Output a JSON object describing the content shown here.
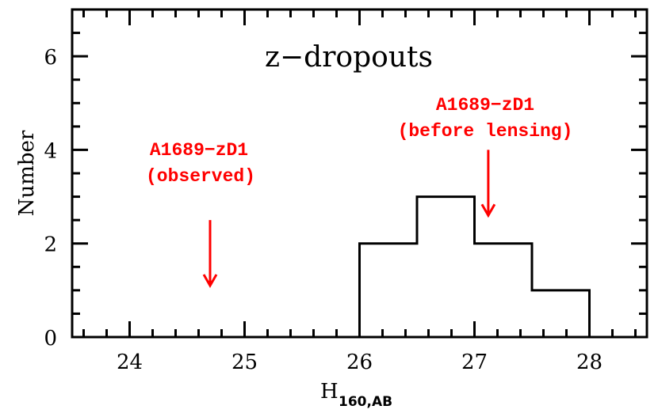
{
  "chart_data": {
    "type": "bar",
    "subtype": "step-histogram",
    "title": "z−dropouts",
    "xlabel": "H",
    "xlabel_subscript": "160,AB",
    "ylabel": "Number",
    "xlim": [
      23.5,
      28.5
    ],
    "ylim": [
      0,
      7
    ],
    "xticks": [
      24,
      25,
      26,
      27,
      28
    ],
    "xtick_labels": [
      "24",
      "25",
      "26",
      "27",
      "28"
    ],
    "x_minor_step": 0.2,
    "yticks": [
      0,
      2,
      4,
      6
    ],
    "ytick_labels": [
      "0",
      "2",
      "4",
      "6"
    ],
    "y_minor_step": 0.5,
    "grid": false,
    "bins": [
      {
        "x0": 26.0,
        "x1": 26.5,
        "count": 2
      },
      {
        "x0": 26.5,
        "x1": 27.0,
        "count": 3
      },
      {
        "x0": 27.0,
        "x1": 27.5,
        "count": 2
      },
      {
        "x0": 27.5,
        "x1": 28.0,
        "count": 1
      }
    ],
    "categories": [
      "26.0-26.5",
      "26.5-27.0",
      "27.0-27.5",
      "27.5-28.0"
    ],
    "values": [
      2,
      3,
      2,
      1
    ],
    "annotations": [
      {
        "name": "observed",
        "line1": "A1689−zD1",
        "line2": "(observed)",
        "arrow_x": 24.7,
        "arrow_y_from": 2.5,
        "arrow_y_to": 1.1,
        "color": "#ff0000"
      },
      {
        "name": "before-lensing",
        "line1": "A1689−zD1",
        "line2": "(before lensing)",
        "arrow_x": 27.12,
        "arrow_y_from": 4.0,
        "arrow_y_to": 2.6,
        "color": "#ff0000"
      }
    ]
  },
  "colors": {
    "histogram": "#000000",
    "annotation": "#ff0000",
    "axes": "#000000"
  }
}
